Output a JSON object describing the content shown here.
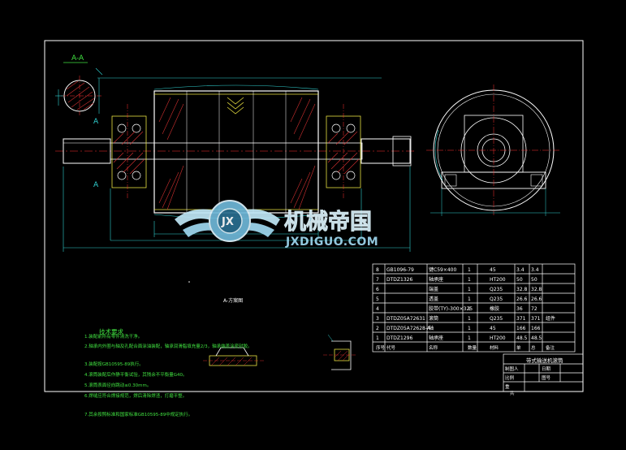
{
  "colors": {
    "background": "#000000",
    "frame": "#ffffff",
    "outline": "#ffffff",
    "centerline": "#ff3030",
    "dimension": "#30d0d0",
    "hatch": "#d03030",
    "yellow": "#e8e040",
    "green": "#40e040",
    "magenta": "#e040e0",
    "watermark": "#9fd8f0"
  },
  "section_view": {
    "label": "A-A"
  },
  "section_markers": {
    "top": "A",
    "bottom": "A"
  },
  "middle_label": "A-方案图",
  "watermark": {
    "brand": "机械帝国",
    "url": "JXDIGUO.COM",
    "emblem_text": "JX"
  },
  "technical_requirements": {
    "title": "技术要求",
    "items": [
      "1.装配前所有零件清洗干净。",
      "2.轴承内外圈与轴及孔配合面涂油装配，轴承润滑脂填充量2/3，轴承端盖涂密封胶。",
      "3.装配按GB10595-89执行。",
      "4.滚筒装配后作静平衡试验，其残余不平衡量G40。",
      "5.滚筒表面径向跳动≤0.30mm。",
      "6.焊缝应符合焊接规范，焊后清除焊渣，打磨平整。",
      "7.其余按照标准和国家标准GB10595-89中规定执行。"
    ]
  },
  "parts_list": {
    "rows": [
      {
        "no": "8",
        "code": "GB1096-79",
        "name": "键C59×400",
        "qty": "1",
        "material": "45",
        "w1": "3.4",
        "w2": "3.4",
        "note": ""
      },
      {
        "no": "7",
        "code": "DTDZ1326",
        "name": "轴承座",
        "qty": "1",
        "material": "HT200",
        "w1": "50",
        "w2": "50",
        "note": ""
      },
      {
        "no": "6",
        "code": "",
        "name": "端盖",
        "qty": "1",
        "material": "Q235",
        "w1": "32.8",
        "w2": "32.8",
        "note": ""
      },
      {
        "no": "5",
        "code": "",
        "name": "透盖",
        "qty": "1",
        "material": "Q235",
        "w1": "26.6",
        "w2": "26.6",
        "note": ""
      },
      {
        "no": "4",
        "code": "",
        "name": "胶带(TY)-300×325",
        "qty": "1",
        "material": "橡胶",
        "w1": "36",
        "w2": "72",
        "note": ""
      },
      {
        "no": "3",
        "code": "DTDZ05A72631",
        "name": "滚筒",
        "qty": "1",
        "material": "Q235",
        "w1": "371",
        "w2": "371",
        "note": "组件"
      },
      {
        "no": "2",
        "code": "DTDZ05A72628-A",
        "name": "轴",
        "qty": "1",
        "material": "45",
        "w1": "166",
        "w2": "166",
        "note": ""
      },
      {
        "no": "1",
        "code": "DTDZ1296",
        "name": "轴承座",
        "qty": "1",
        "material": "HT200",
        "w1": "48.5",
        "w2": "48.5",
        "note": ""
      }
    ],
    "header": {
      "no": "序号",
      "code": "代号",
      "name": "名称",
      "qty": "数量",
      "material": "材料",
      "w1": "单",
      "w2": "总",
      "note": "备注"
    }
  },
  "title_block": {
    "title": "带式输送机滚筒",
    "drawn_by": "制图人",
    "date_label": "日期",
    "scale_label": "比例",
    "drawing_no_label": "图号",
    "sheet_label": "共",
    "mass_label": "重"
  }
}
